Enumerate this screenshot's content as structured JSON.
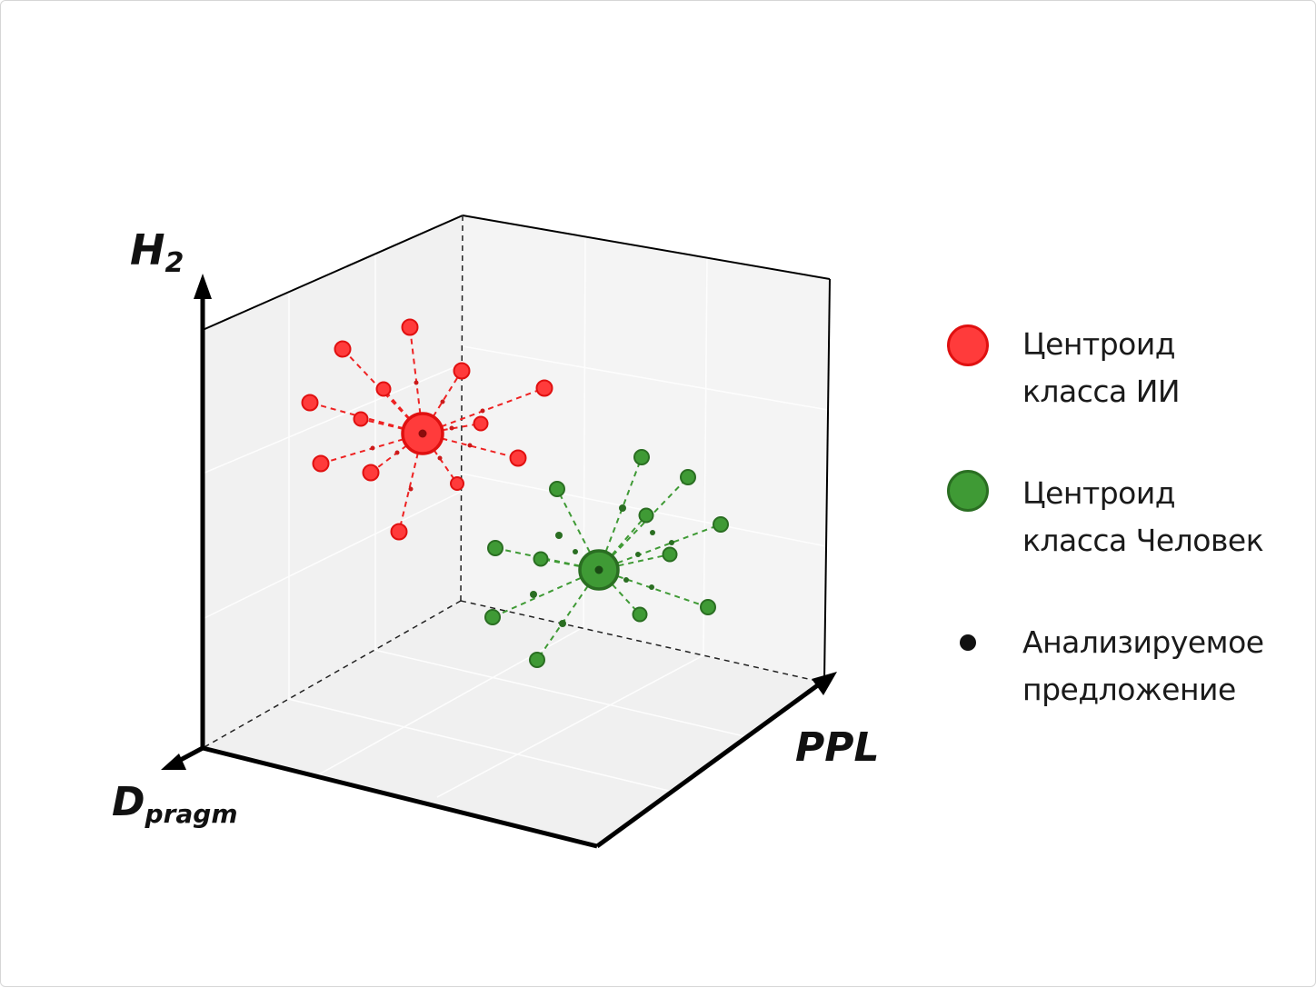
{
  "axes": {
    "vertical": {
      "label": "H",
      "subscript": "2"
    },
    "horizontal": {
      "label": "PPL"
    },
    "depth": {
      "label": "D",
      "subscript": "pragm"
    }
  },
  "colors": {
    "ai": "#ff3b3b",
    "ai_edge": "#e01010",
    "human": "#3f9a35",
    "human_edge": "#2a6e22",
    "sample": "#111111"
  },
  "legend": [
    {
      "marker": "ai-centroid",
      "line1": "Центроид",
      "line2": "класса ИИ"
    },
    {
      "marker": "human-centroid",
      "line1": "Центроид",
      "line2": "класса Человек"
    },
    {
      "marker": "sample",
      "line1": "Анализируемое",
      "line2": "предложение"
    }
  ]
}
